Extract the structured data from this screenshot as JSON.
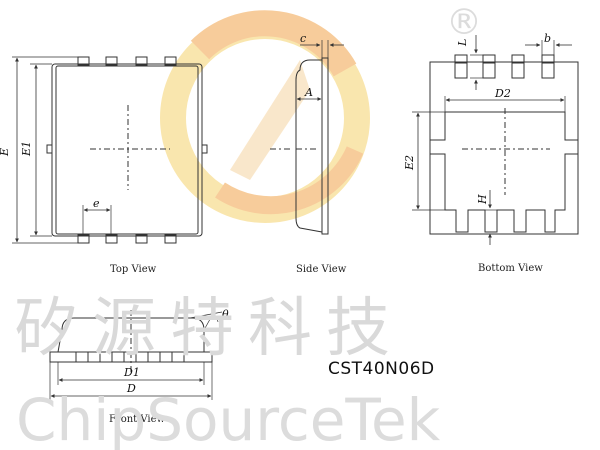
{
  "views": {
    "top": "Top View",
    "side": "Side View",
    "bottom": "Bottom View",
    "front": "Front View"
  },
  "dimensions": {
    "E": "E",
    "E1": "E1",
    "e": "e",
    "c": "c",
    "A": "A",
    "L": "L",
    "b": "b",
    "D2": "D2",
    "E2": "E2",
    "H": "H",
    "D1": "D1",
    "D": "D",
    "theta": "θ"
  },
  "part_number": "CST40N06D",
  "watermark": {
    "chinese": "矽源特科技",
    "english": "ChipSourceTek",
    "registered": "®"
  },
  "colors": {
    "line": "#333333",
    "watermark_gray": "#d9d9d9",
    "logo_orange": "#f6c48a",
    "logo_yellow": "#f9e2a0"
  }
}
